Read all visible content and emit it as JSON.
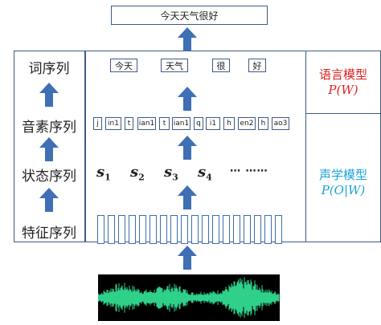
{
  "sentence": "今天天气很好",
  "row_labels": {
    "words": "词序列",
    "phonemes": "音素序列",
    "states": "状态序列",
    "features": "特征序列"
  },
  "words": [
    "今天",
    "天气",
    "很",
    "好"
  ],
  "phonemes": [
    "j",
    "in1",
    "t",
    "ian1",
    "t",
    "ian1",
    "q",
    "i1",
    "h",
    "en2",
    "h",
    "ao3"
  ],
  "states": {
    "s": "s",
    "subs": [
      "1",
      "2",
      "3",
      "4"
    ],
    "ellipsis": "⋯ ⋯⋯"
  },
  "language_model": {
    "title": "语言模型",
    "formula": "P(W)",
    "color": "#e02020"
  },
  "acoustic_model": {
    "title": "声学模型",
    "formula": "P(O|W)",
    "color": "#1aa3d9"
  },
  "arrow_color": "#3f6fb5",
  "waveform_colors": {
    "background": "#000000",
    "wave": "#2fd08a"
  }
}
